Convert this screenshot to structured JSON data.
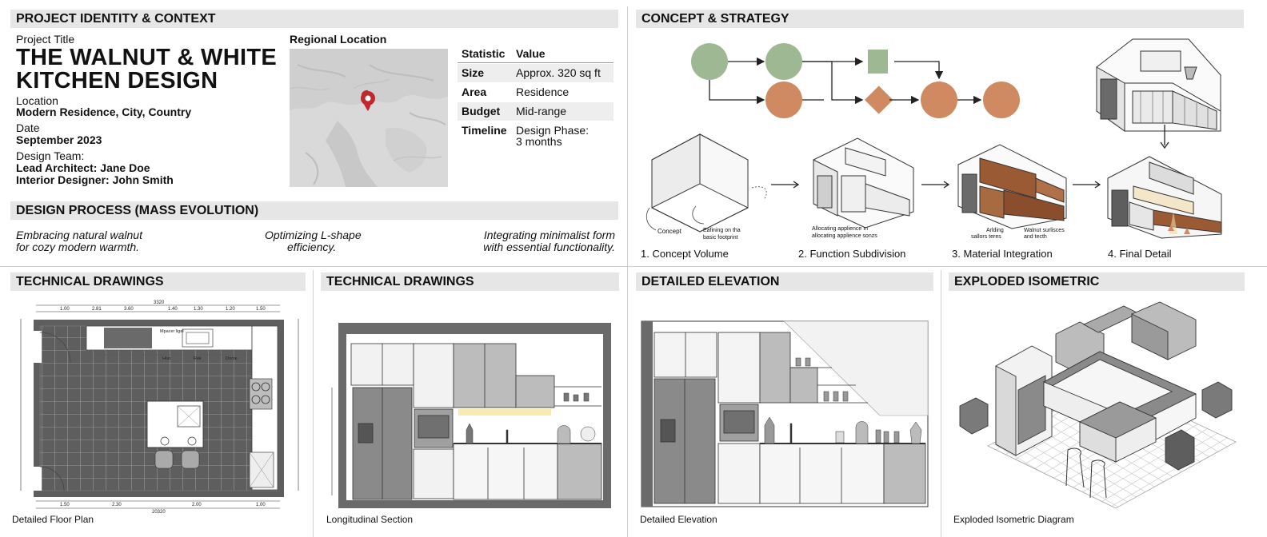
{
  "identity": {
    "header": "PROJECT IDENTITY & CONTEXT",
    "project_title_label": "Project Title",
    "project_title_line1": "THE WALNUT & WHITE",
    "project_title_line2": "KITCHEN DESIGN",
    "location_label": "Location",
    "location_value": "Modern Residence, City, Country",
    "date_label": "Date",
    "date_value": "September 2023",
    "team_label": "Design Team:",
    "team_lead": "Lead Architect: Jane Doe",
    "team_interior": "Interior Designer: John Smith",
    "regional_location_label": "Regional Location"
  },
  "stats": {
    "col_statistic": "Statistic",
    "col_value": "Value",
    "rows": [
      {
        "k": "Size",
        "v": "Approx. 320 sq ft"
      },
      {
        "k": "Area",
        "v": "Residence"
      },
      {
        "k": "Budget",
        "v": "Mid-range"
      },
      {
        "k": "Timeline",
        "v": "Design Phase:",
        "v2": "3 months"
      }
    ]
  },
  "process": {
    "header": "DESIGN PROCESS (MASS EVOLUTION)",
    "quote1_line1": "Embracing natural walnut",
    "quote1_line2": "for cozy modern warmth.",
    "quote2_line1": "Optimizing L-shape",
    "quote2_line2": "efficiency.",
    "quote3_line1": "Integrating minimalist form",
    "quote3_line2": "with essential functionality."
  },
  "concept": {
    "header": "CONCEPT & STRATEGY",
    "step1": "1. Concept Volume",
    "step2": "2. Function Subdivision",
    "step3": "3. Material Integration",
    "step4": "4. Final Detail",
    "note_concept": "Concept",
    "note_defining_1": "Eafining on tha",
    "note_defining_2": "basic footprint",
    "note_alloc_1": "Allocating applience ın",
    "note_alloc_2": "allocating applience sonzs",
    "note_adding_1": "Arlding",
    "note_adding_2": "sallors teres",
    "note_walnut_1": "Walnut surlisces",
    "note_walnut_2": "and tecth"
  },
  "drawings": {
    "header_plan": "TECHNICAL DRAWINGS",
    "header_section": "TECHNICAL DRAWINGS",
    "header_elevation": "DETAILED ELEVATION",
    "header_isometric": "EXPLODED ISOMETRIC",
    "caption_plan": "Detailed Floor Plan",
    "caption_section": "Longitudinal Section",
    "caption_elevation": "Detailed Elevation",
    "caption_isometric": "Exploded Isometric Diagram",
    "plan_dims_top": [
      "3320",
      "1.00",
      "2.81",
      "3.60",
      "1.40",
      "1.30",
      "1.20",
      "1.50"
    ],
    "plan_dims_bottom": [
      "1.50",
      "2.30",
      "2.00",
      "1.00",
      "20320"
    ],
    "plan_room_labels": [
      "Mpacer ligel",
      "Hoo",
      "Rek",
      "Docre"
    ]
  },
  "colors": {
    "header_bg": "#e6e6e6",
    "sage": "#9fb894",
    "terracotta": "#cf8a62",
    "walnut": "#9a5a34",
    "map_red": "#c0282e"
  }
}
